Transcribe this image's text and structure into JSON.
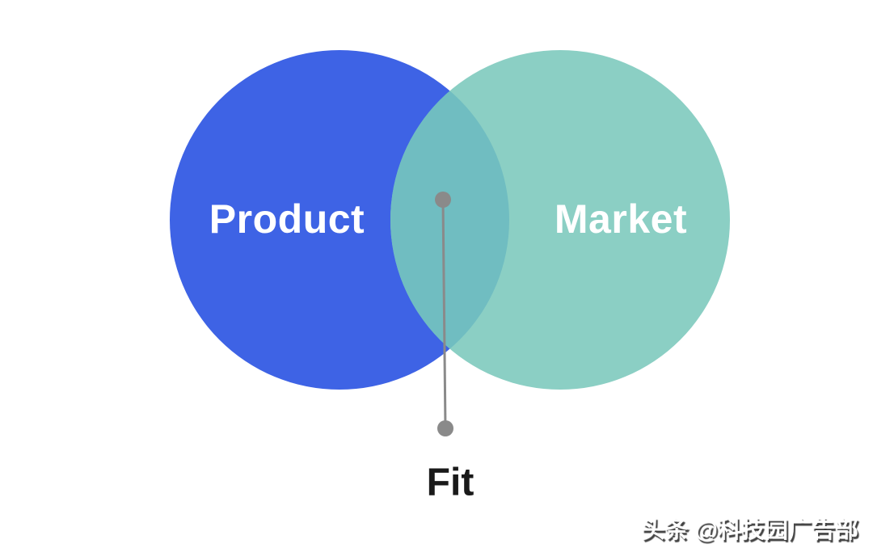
{
  "diagram": {
    "type": "venn",
    "sets": [
      {
        "label": "Product",
        "color": "#3E63E5",
        "label_color": "#FFFFFF"
      },
      {
        "label": "Market",
        "color": "#8BCFC4",
        "label_color": "#FFFFFF"
      }
    ],
    "intersection": {
      "label": "Fit",
      "color": "#70BDC1",
      "label_color": "#1A1A1A"
    },
    "connector": {
      "color": "#8A8A8A"
    }
  },
  "watermark": {
    "text": "头条 @科技园广告部"
  },
  "canvas": {
    "background": "#FFFFFF"
  }
}
